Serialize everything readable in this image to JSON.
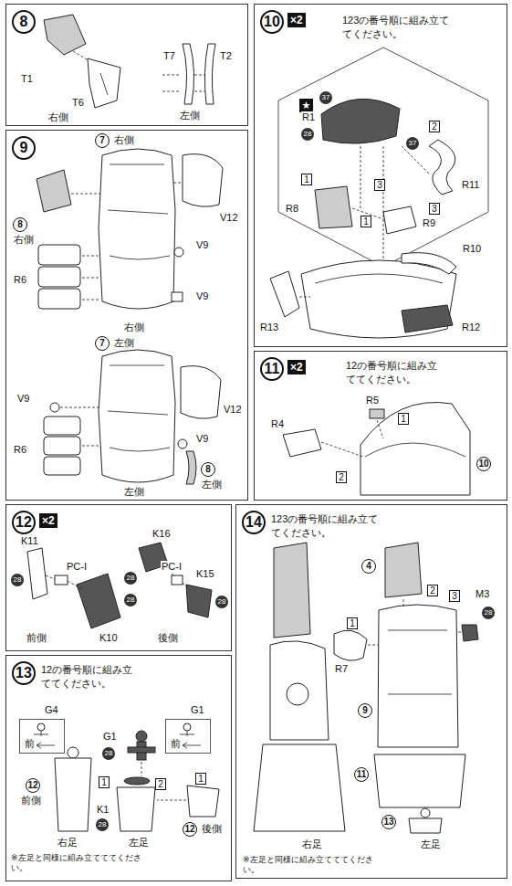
{
  "diagram": {
    "nodes": [
      {
        "text": [
          "8"
        ]
      },
      {
        "text": [
          "9"
        ]
      },
      {
        "text": [
          "10",
          "×2",
          "123の番号順に組み立ててください。"
        ]
      },
      {
        "text": [
          "11",
          "×2",
          "12の番号順に組み立ててください。"
        ]
      },
      {
        "text": [
          "12",
          "×2"
        ]
      },
      {
        "text": [
          "13",
          "12の番号順に組み立ててください。"
        ]
      },
      {
        "text": [
          "G4",
          "前"
        ],
        "in": 5
      },
      {
        "text": [
          "G1",
          "前"
        ],
        "in": 5
      },
      {
        "text": [
          "14",
          "123の番号順に組み立ててください。"
        ]
      }
    ],
    "labels": [
      "T1",
      "T6",
      "右側",
      "T7",
      "T2",
      "左側",
      "7",
      "右側",
      "V12",
      "8",
      "右側",
      "V9",
      "R6",
      "V9",
      "右側",
      "7",
      "左側",
      "V9",
      "V12",
      "V9",
      "R6",
      "8",
      "左側",
      "左側",
      "★",
      "37",
      "R1",
      "28",
      "37",
      "2",
      "1",
      "3",
      "R11",
      "3",
      "1",
      "R8",
      "R9",
      "R10",
      "R13",
      "R12",
      "R5",
      "1",
      "R4",
      "2",
      "10",
      "K11",
      "28",
      "PC-I",
      "K16",
      "28",
      "PC-I",
      "K15",
      "28",
      "前側",
      "K10",
      "28",
      "後側",
      "G1",
      "28",
      "1",
      "2",
      "1",
      "12",
      "前側",
      "K1",
      "28",
      "12",
      "後側",
      "右足",
      "左足",
      "※左足と同様に組み立てててください。",
      "4",
      "2",
      "3",
      "M3",
      "28",
      "1",
      "R7",
      "9",
      "11",
      "13",
      "右足",
      "左足",
      "※左足と同様に組み立てててください。"
    ]
  }
}
